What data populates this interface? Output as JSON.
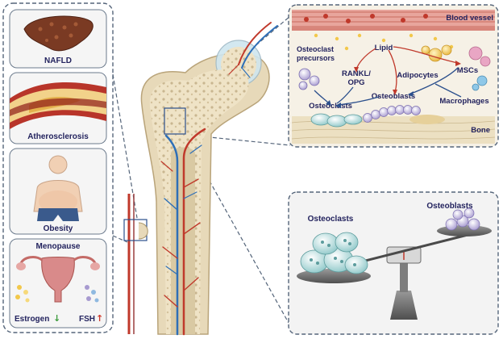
{
  "left_panel": {
    "nafld": "NAFLD",
    "atherosclerosis": "Atherosclerosis",
    "obesity": "Obesity",
    "menopause": "Menopause",
    "estrogen": "Estrogen",
    "estrogen_arrow": "↓",
    "fsh": "FSH",
    "fsh_arrow": "↑"
  },
  "marrow_panel": {
    "blood_vessel": "Blood vessel",
    "lipid": "Lipid",
    "osteoclast_precursors_line1": "Osteoclast",
    "osteoclast_precursors_line2": "precursors",
    "rankl_line1": "RANKL/",
    "rankl_line2": "OPG",
    "adipocytes": "Adipocytes",
    "mscs": "MSCs",
    "osteoclasts": "Osteoclasts",
    "osteoblasts": "Osteoblasts",
    "macrophages": "Macrophages",
    "bone": "Bone"
  },
  "balance_panel": {
    "osteoclasts": "Osteoclasts",
    "osteoblasts": "Osteoblasts"
  },
  "colors": {
    "panel_border": "#55657a",
    "label": "#23235e",
    "vessel_red": "#c0392b",
    "vessel_blue": "#2e6fb7",
    "bone_tan": "#e7d9b9",
    "adipocyte_yellow": "#f2c84b"
  }
}
